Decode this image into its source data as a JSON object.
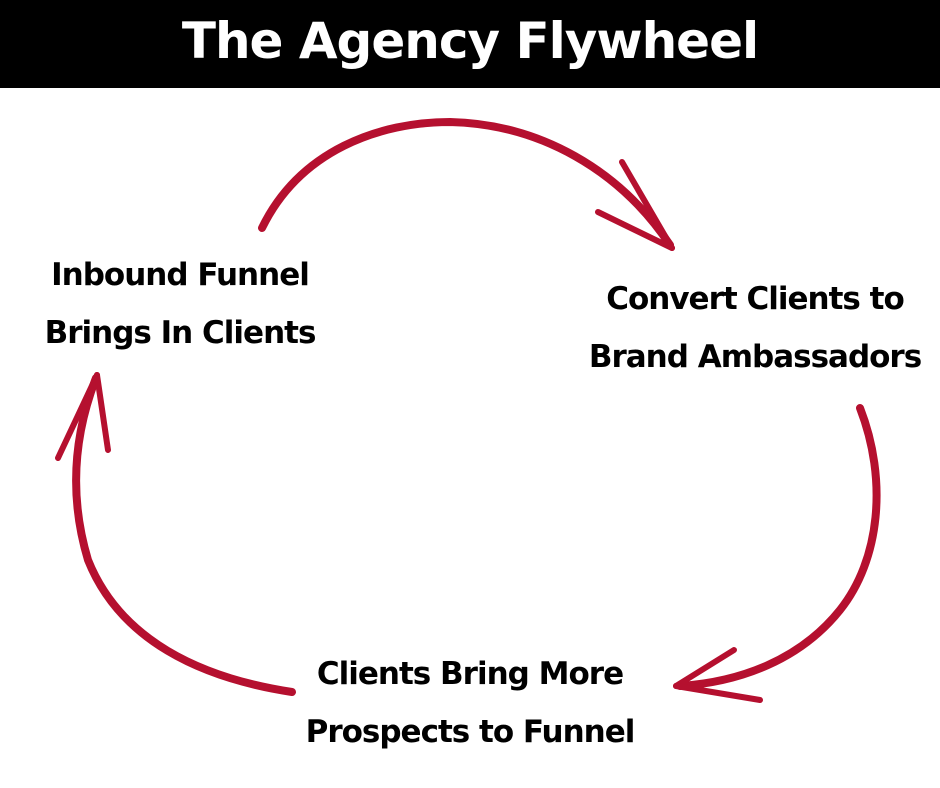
{
  "title": "The Agency Flywheel",
  "accent_color": "#b5102f",
  "nodes": {
    "inbound": {
      "line1": "Inbound Funnel",
      "line2": "Brings  In Clients"
    },
    "convert": {
      "line1": "Convert Clients to",
      "line2": "Brand Ambassadors"
    },
    "clients": {
      "line1": "Clients Bring More",
      "line2": "Prospects to Funnel"
    }
  }
}
